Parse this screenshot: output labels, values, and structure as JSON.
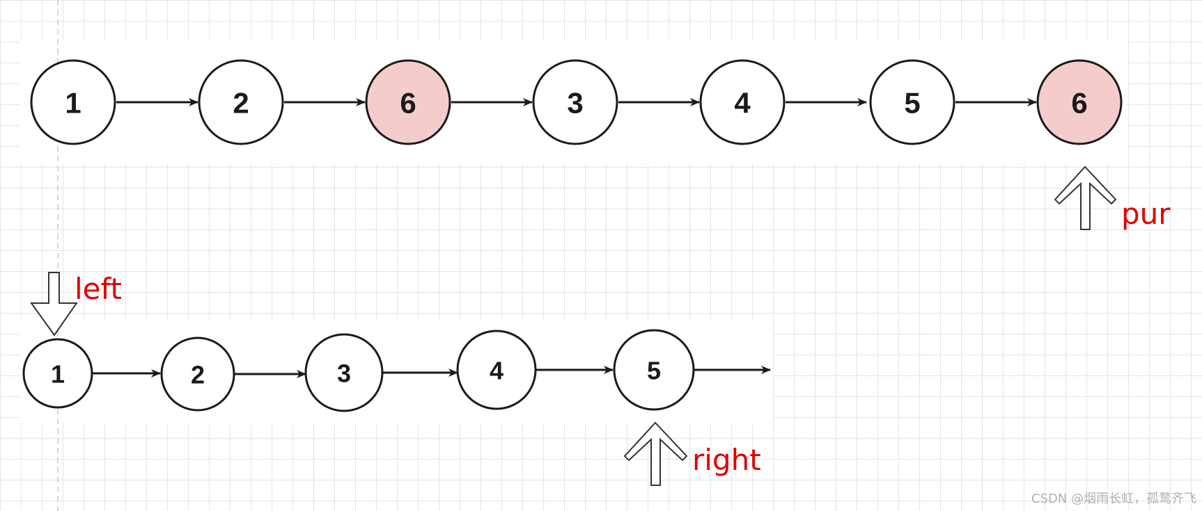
{
  "colors": {
    "highlight": "#f5cccc",
    "node_fill": "#ffffff",
    "pointer_text": "#e00000"
  },
  "top_list": {
    "nodes": [
      {
        "label": "1",
        "highlighted": false
      },
      {
        "label": "2",
        "highlighted": false
      },
      {
        "label": "6",
        "highlighted": true
      },
      {
        "label": "3",
        "highlighted": false
      },
      {
        "label": "4",
        "highlighted": false
      },
      {
        "label": "5",
        "highlighted": false
      },
      {
        "label": "6",
        "highlighted": true
      }
    ]
  },
  "bottom_list": {
    "nodes": [
      {
        "label": "1"
      },
      {
        "label": "2"
      },
      {
        "label": "3"
      },
      {
        "label": "4"
      },
      {
        "label": "5"
      }
    ]
  },
  "pointers": {
    "pur": "pur",
    "left": "left",
    "right": "right"
  },
  "watermark": "CSDN @烟雨长虹，孤鹜齐飞"
}
